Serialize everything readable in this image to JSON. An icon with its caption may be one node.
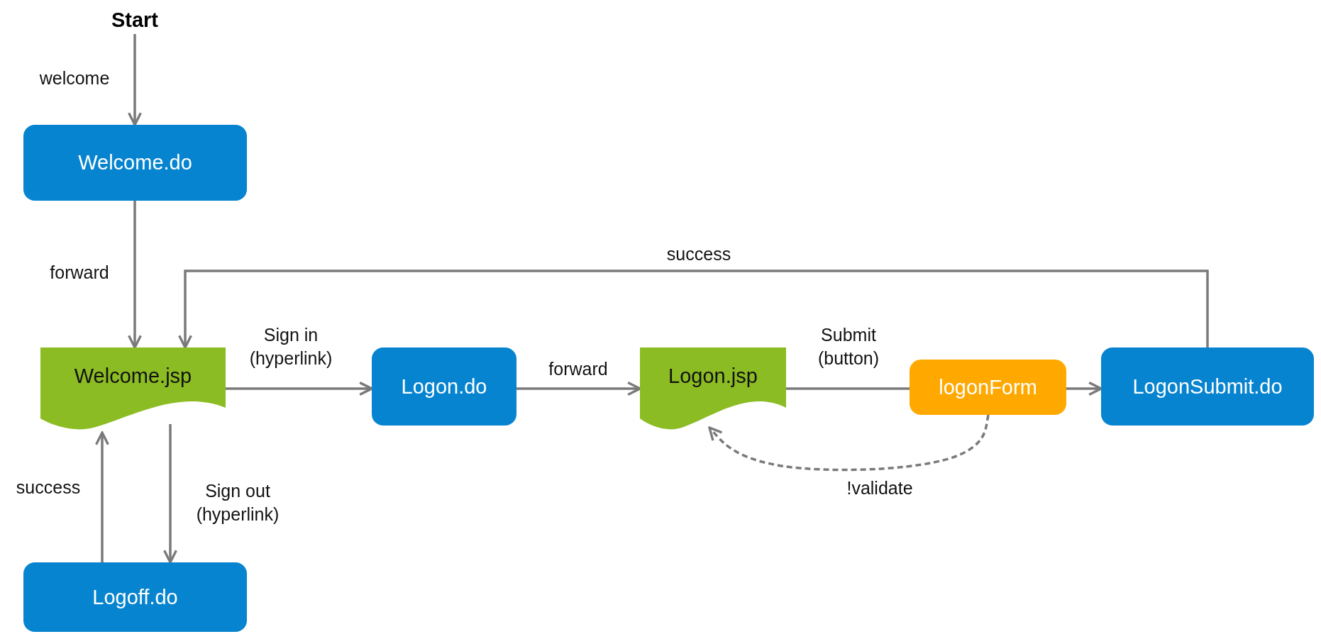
{
  "diagram": {
    "nodes": [
      {
        "text": [
          "Start"
        ]
      },
      {
        "text": [
          "Welcome.do"
        ]
      },
      {
        "text": [
          "Welcome.jsp"
        ]
      },
      {
        "text": [
          "Logon.do"
        ]
      },
      {
        "text": [
          "Logon.jsp"
        ]
      },
      {
        "text": [
          "logonForm"
        ]
      },
      {
        "text": [
          "LogonSubmit.do"
        ]
      },
      {
        "text": [
          "Logoff.do"
        ]
      }
    ],
    "edges": [
      {
        "from": 0,
        "to": 1,
        "arrow": "to",
        "label": "welcome"
      },
      {
        "from": 1,
        "to": 2,
        "arrow": "to",
        "label": "forward"
      },
      {
        "from": 2,
        "to": 3,
        "arrow": "to",
        "label": "Sign in (hyperlink)"
      },
      {
        "from": 3,
        "to": 4,
        "arrow": "to",
        "label": "forward"
      },
      {
        "from": 4,
        "to": 5,
        "arrow": "none",
        "label": "Submit (button)"
      },
      {
        "from": 5,
        "to": 6,
        "arrow": "to"
      },
      {
        "from": 5,
        "to": 4,
        "arrow": "to",
        "label": "!validate",
        "style": "dashed"
      },
      {
        "from": 6,
        "to": 2,
        "arrow": "to",
        "label": "success"
      },
      {
        "from": 2,
        "to": 7,
        "arrow": "to",
        "label": "Sign out (hyperlink)"
      },
      {
        "from": 7,
        "to": 2,
        "arrow": "to",
        "label": "success"
      }
    ]
  }
}
